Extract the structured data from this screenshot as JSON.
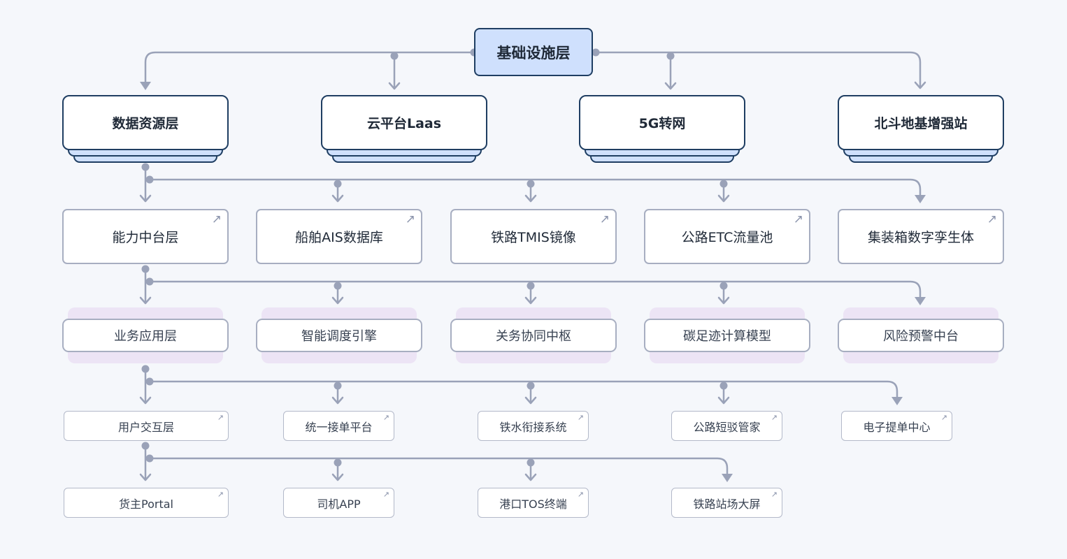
{
  "root": {
    "label": "基础设施层"
  },
  "level1": [
    {
      "label": "数据资源层"
    },
    {
      "label": "云平台Laas"
    },
    {
      "label": "5G转网"
    },
    {
      "label": "北斗地基增强站"
    }
  ],
  "level2": [
    {
      "label": "能力中台层"
    },
    {
      "label": "船舶AIS数据库"
    },
    {
      "label": "铁路TMIS镜像"
    },
    {
      "label": "公路ETC流量池"
    },
    {
      "label": "集装箱数字孪生体"
    }
  ],
  "level3": [
    {
      "label": "业务应用层"
    },
    {
      "label": "智能调度引擎"
    },
    {
      "label": "关务协同中枢"
    },
    {
      "label": "碳足迹计算模型"
    },
    {
      "label": "风险预警中台"
    }
  ],
  "level4": [
    {
      "label": "用户交互层"
    },
    {
      "label": "统一接单平台"
    },
    {
      "label": "铁水衔接系统"
    },
    {
      "label": "公路短驳管家"
    },
    {
      "label": "电子提单中心"
    }
  ],
  "level5": [
    {
      "label": "货主Portal"
    },
    {
      "label": "司机APP"
    },
    {
      "label": "港口TOS终端"
    },
    {
      "label": "铁路站场大屏"
    }
  ],
  "colors": {
    "connector": "#9aa2b8",
    "root_fill": "#cfe0fd",
    "dark_border": "#1f3e62",
    "accent_shadow": "#ece4f5"
  },
  "icons": {
    "node_link": "external-link-arrow-icon"
  }
}
